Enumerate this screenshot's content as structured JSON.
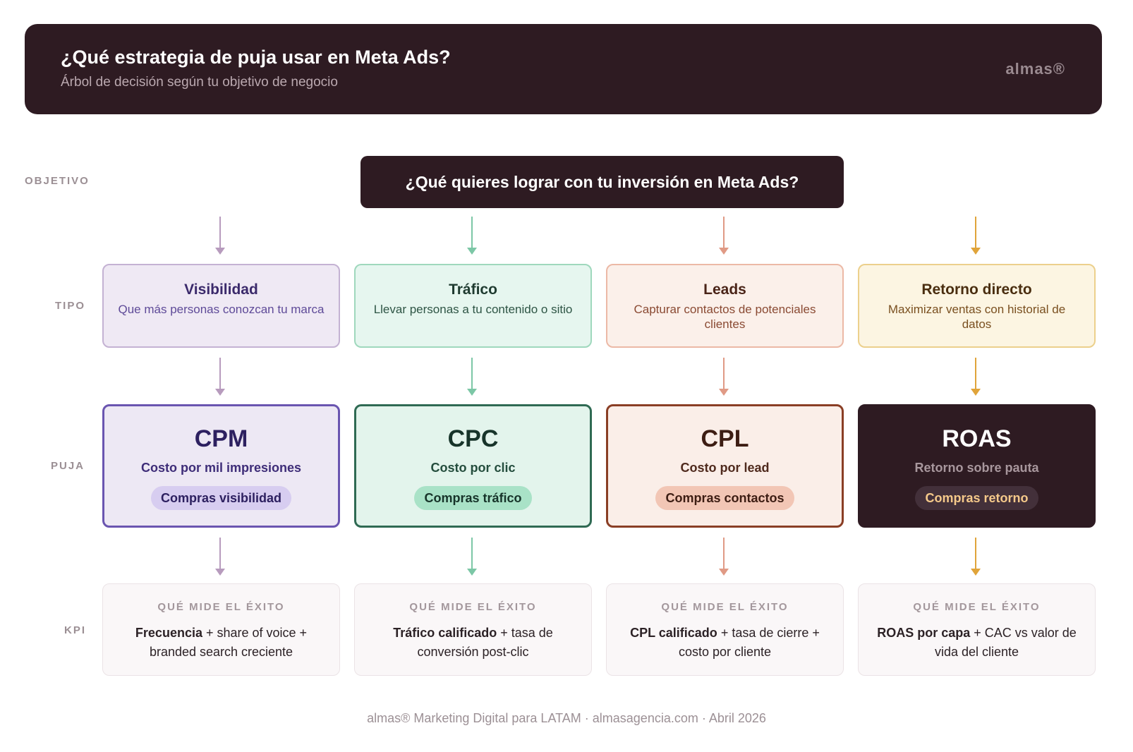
{
  "header": {
    "title": "¿Qué estrategia de puja usar en Meta Ads?",
    "subtitle": "Árbol de decisión según tu objetivo de negocio",
    "brand": "almas®"
  },
  "row_labels": {
    "objetivo": "OBJETIVO",
    "tipo": "TIPO",
    "puja": "PUJA",
    "kpi": "KPI"
  },
  "question": "¿Qué quieres lograr con tu inversión en Meta Ads?",
  "columns": [
    {
      "tipo_title": "Visibilidad",
      "tipo_desc": "Que más personas conozcan tu marca",
      "puja_code": "CPM",
      "puja_name": "Costo por mil impresiones",
      "puja_pill": "Compras visibilidad",
      "kpi_label": "QUÉ MIDE EL ÉXITO",
      "kpi_bold": "Frecuencia",
      "kpi_rest": " + share of voice + branded search creciente",
      "colors": {
        "arrow": "#b79bbd",
        "tipo_bg": "#efe9f4",
        "tipo_border": "#c4b2d3",
        "tipo_title": "#3b2a6b",
        "tipo_desc": "#5e4a98",
        "puja_bg": "#ede8f4",
        "puja_border": "#6a55b0",
        "puja_code": "#2d2060",
        "puja_name": "#3e2d78",
        "pill_bg": "#d7cdf0",
        "pill_text": "#2d2060"
      }
    },
    {
      "tipo_title": "Tráfico",
      "tipo_desc": "Llevar personas a tu contenido o sitio",
      "puja_code": "CPC",
      "puja_name": "Costo por clic",
      "puja_pill": "Compras tráfico",
      "kpi_label": "QUÉ MIDE EL ÉXITO",
      "kpi_bold": "Tráfico calificado",
      "kpi_rest": " + tasa de conversión post-clic",
      "colors": {
        "arrow": "#7cc7a6",
        "tipo_bg": "#e6f6ef",
        "tipo_border": "#9fd8bd",
        "tipo_title": "#1f3b30",
        "tipo_desc": "#2e5545",
        "puja_bg": "#e3f4ec",
        "puja_border": "#2f6a53",
        "puja_code": "#17342a",
        "puja_name": "#244d3d",
        "pill_bg": "#a9e2c7",
        "pill_text": "#17342a"
      }
    },
    {
      "tipo_title": "Leads",
      "tipo_desc": "Capturar contactos de potenciales clientes",
      "puja_code": "CPL",
      "puja_name": "Costo por lead",
      "puja_pill": "Compras contactos",
      "kpi_label": "QUÉ MIDE EL ÉXITO",
      "kpi_bold": "CPL calificado",
      "kpi_rest": " + tasa de cierre + costo por cliente",
      "colors": {
        "arrow": "#e09a85",
        "tipo_bg": "#fbf0ea",
        "tipo_border": "#ecb9a6",
        "tipo_title": "#4a2418",
        "tipo_desc": "#8a4a33",
        "puja_bg": "#faeee8",
        "puja_border": "#8a3e25",
        "puja_code": "#3d1d13",
        "puja_name": "#4f2a1d",
        "pill_bg": "#f2c6b5",
        "pill_text": "#3d1d13"
      }
    },
    {
      "tipo_title": "Retorno directo",
      "tipo_desc": "Maximizar ventas con historial de datos",
      "puja_code": "ROAS",
      "puja_name": "Retorno sobre pauta",
      "puja_pill": "Compras retorno",
      "kpi_label": "QUÉ MIDE EL ÉXITO",
      "kpi_bold": "ROAS por capa",
      "kpi_rest": " + CAC vs valor de vida del cliente",
      "colors": {
        "arrow": "#e0a43a",
        "tipo_bg": "#fcf5e2",
        "tipo_border": "#ecd08c",
        "tipo_title": "#4a2e10",
        "tipo_desc": "#7a5020",
        "puja_bg": "#2e1b22",
        "puja_border": "#2e1b22",
        "puja_code": "#ffffff",
        "puja_name": "#a8979d",
        "pill_bg": "#43303a",
        "pill_text": "#f5c98a"
      }
    }
  ],
  "footer": "almas® Marketing Digital para LATAM · almasagencia.com · Abril 2026"
}
